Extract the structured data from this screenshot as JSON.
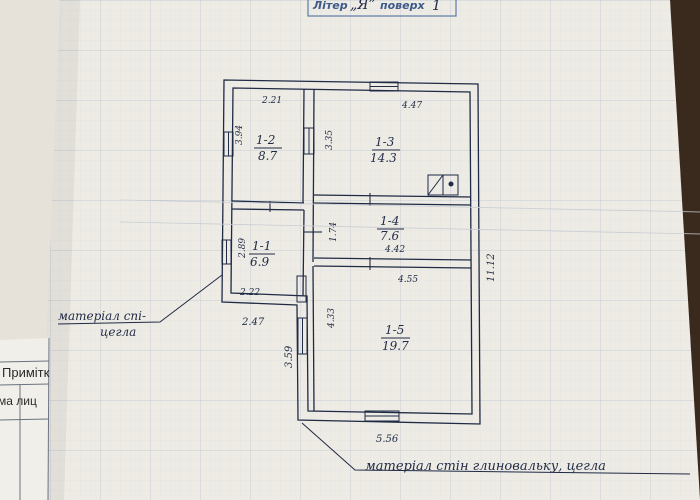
{
  "header": {
    "liter_label": "Літер",
    "liter_value": "„Я”",
    "floor_label": "поверх",
    "floor_value": "1"
  },
  "rooms": [
    {
      "id": "1-2",
      "area": "8.7",
      "top_dim": "2.21",
      "side_dim": "3.94"
    },
    {
      "id": "1-3",
      "area": "14.3",
      "top_dim": "4.47",
      "side_dim": "3.35"
    },
    {
      "id": "1-1",
      "area": "6.9",
      "bottom_dim": "2.22",
      "side_dim": "2.89"
    },
    {
      "id": "1-4",
      "area": "7.6",
      "width_dim": "4.42",
      "side_dim": "1.74"
    },
    {
      "id": "1-5",
      "area": "19.7",
      "top_dim": "4.55",
      "side_dim": "4.33"
    }
  ],
  "dimensions": {
    "total_height": "11.12",
    "bottom_width": "5.56",
    "left_lower": "3.59",
    "entry_width": "2.47"
  },
  "annotations": {
    "material_left_line1": "матеріал спі-",
    "material_left_line2": "цегла",
    "material_bottom": "матеріал стін глиновальку, цегла"
  },
  "left_table": {
    "header": "Примітк",
    "row1": "ма лиц"
  },
  "colors": {
    "paper": "#eeebe4",
    "grid": "#cfd6de",
    "ink": "#1f2a44",
    "stamp_ink": "#3d5a8a",
    "desk": "#3a2a1e"
  }
}
